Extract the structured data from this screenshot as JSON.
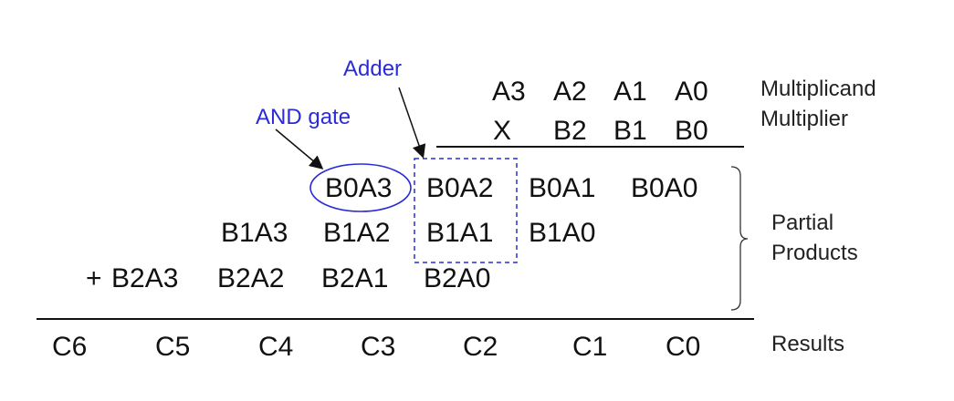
{
  "annotations": {
    "adder": "Adder",
    "and_gate": "AND gate"
  },
  "operands": {
    "multiplicand": [
      "A3",
      "A2",
      "A1",
      "A0"
    ],
    "multiplier": [
      "X",
      "B2",
      "B1",
      "B0"
    ]
  },
  "side_labels": {
    "multiplicand": "Multiplicand",
    "multiplier": "Multiplier",
    "partial": "Partial",
    "products": "Products",
    "results": "Results"
  },
  "partial_products": {
    "row1": [
      "B0A3",
      "B0A2",
      "B0A1",
      "B0A0"
    ],
    "row2": [
      "B1A3",
      "B1A2",
      "B1A1",
      "B1A0"
    ],
    "row3_prefix": "+",
    "row3": [
      "B2A3",
      "B2A2",
      "B2A1",
      "B2A0"
    ]
  },
  "results": [
    "C6",
    "C5",
    "C4",
    "C3",
    "C2",
    "C1",
    "C0"
  ],
  "colors": {
    "annotation": "#2b2bd8",
    "ink": "#111111"
  }
}
